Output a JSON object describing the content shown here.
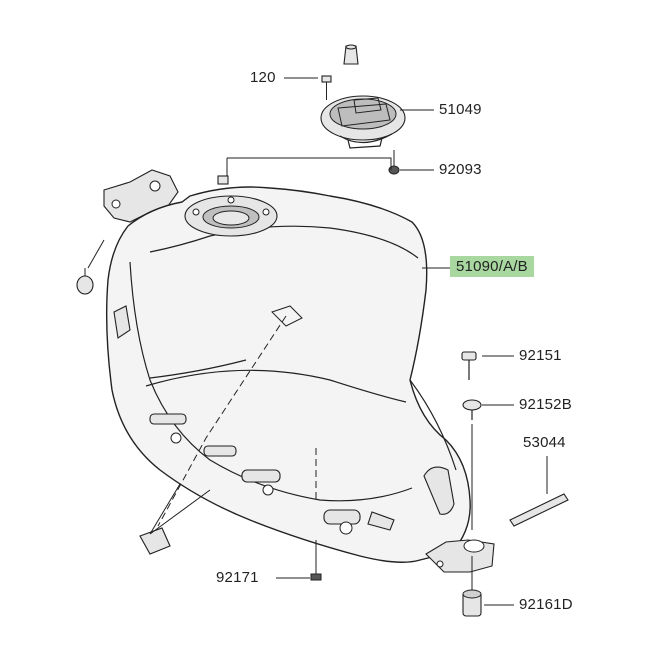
{
  "diagram": {
    "highlight_color": "#a8d8a0",
    "parts": [
      {
        "id": "p120",
        "number": "120"
      },
      {
        "id": "p51049",
        "number": "51049"
      },
      {
        "id": "p92093",
        "number": "92093"
      },
      {
        "id": "p51090",
        "number": "51090/A/B",
        "highlighted": true
      },
      {
        "id": "p92151",
        "number": "92151"
      },
      {
        "id": "p92152B",
        "number": "92152B"
      },
      {
        "id": "p53044",
        "number": "53044"
      },
      {
        "id": "p92171",
        "number": "92171"
      },
      {
        "id": "p92161D",
        "number": "92161D"
      }
    ]
  }
}
